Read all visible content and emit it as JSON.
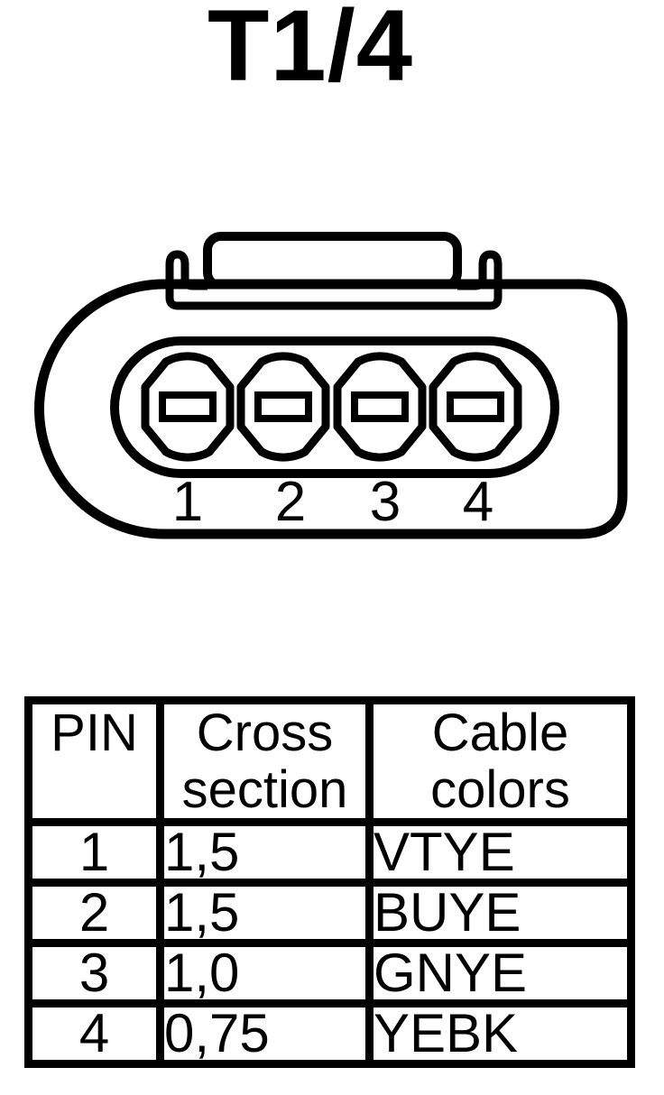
{
  "title": "T1/4",
  "connector": {
    "description": "4-pin connector face view",
    "pin_labels": [
      "1",
      "2",
      "3",
      "4"
    ]
  },
  "table": {
    "header": {
      "pin": "PIN",
      "cross_line1": "Cross",
      "cross_line2": "section",
      "cable_line1": "Cable",
      "cable_line2": "colors"
    },
    "rows": [
      {
        "pin": "1",
        "cross_section": "1,5",
        "cable_color": "VTYE"
      },
      {
        "pin": "2",
        "cross_section": "1,5",
        "cable_color": "BUYE"
      },
      {
        "pin": "3",
        "cross_section": "1,0",
        "cable_color": "GNYE"
      },
      {
        "pin": "4",
        "cross_section": "0,75",
        "cable_color": "YEBK"
      }
    ]
  },
  "colors": {
    "ink": "#000000",
    "background": "#ffffff"
  }
}
